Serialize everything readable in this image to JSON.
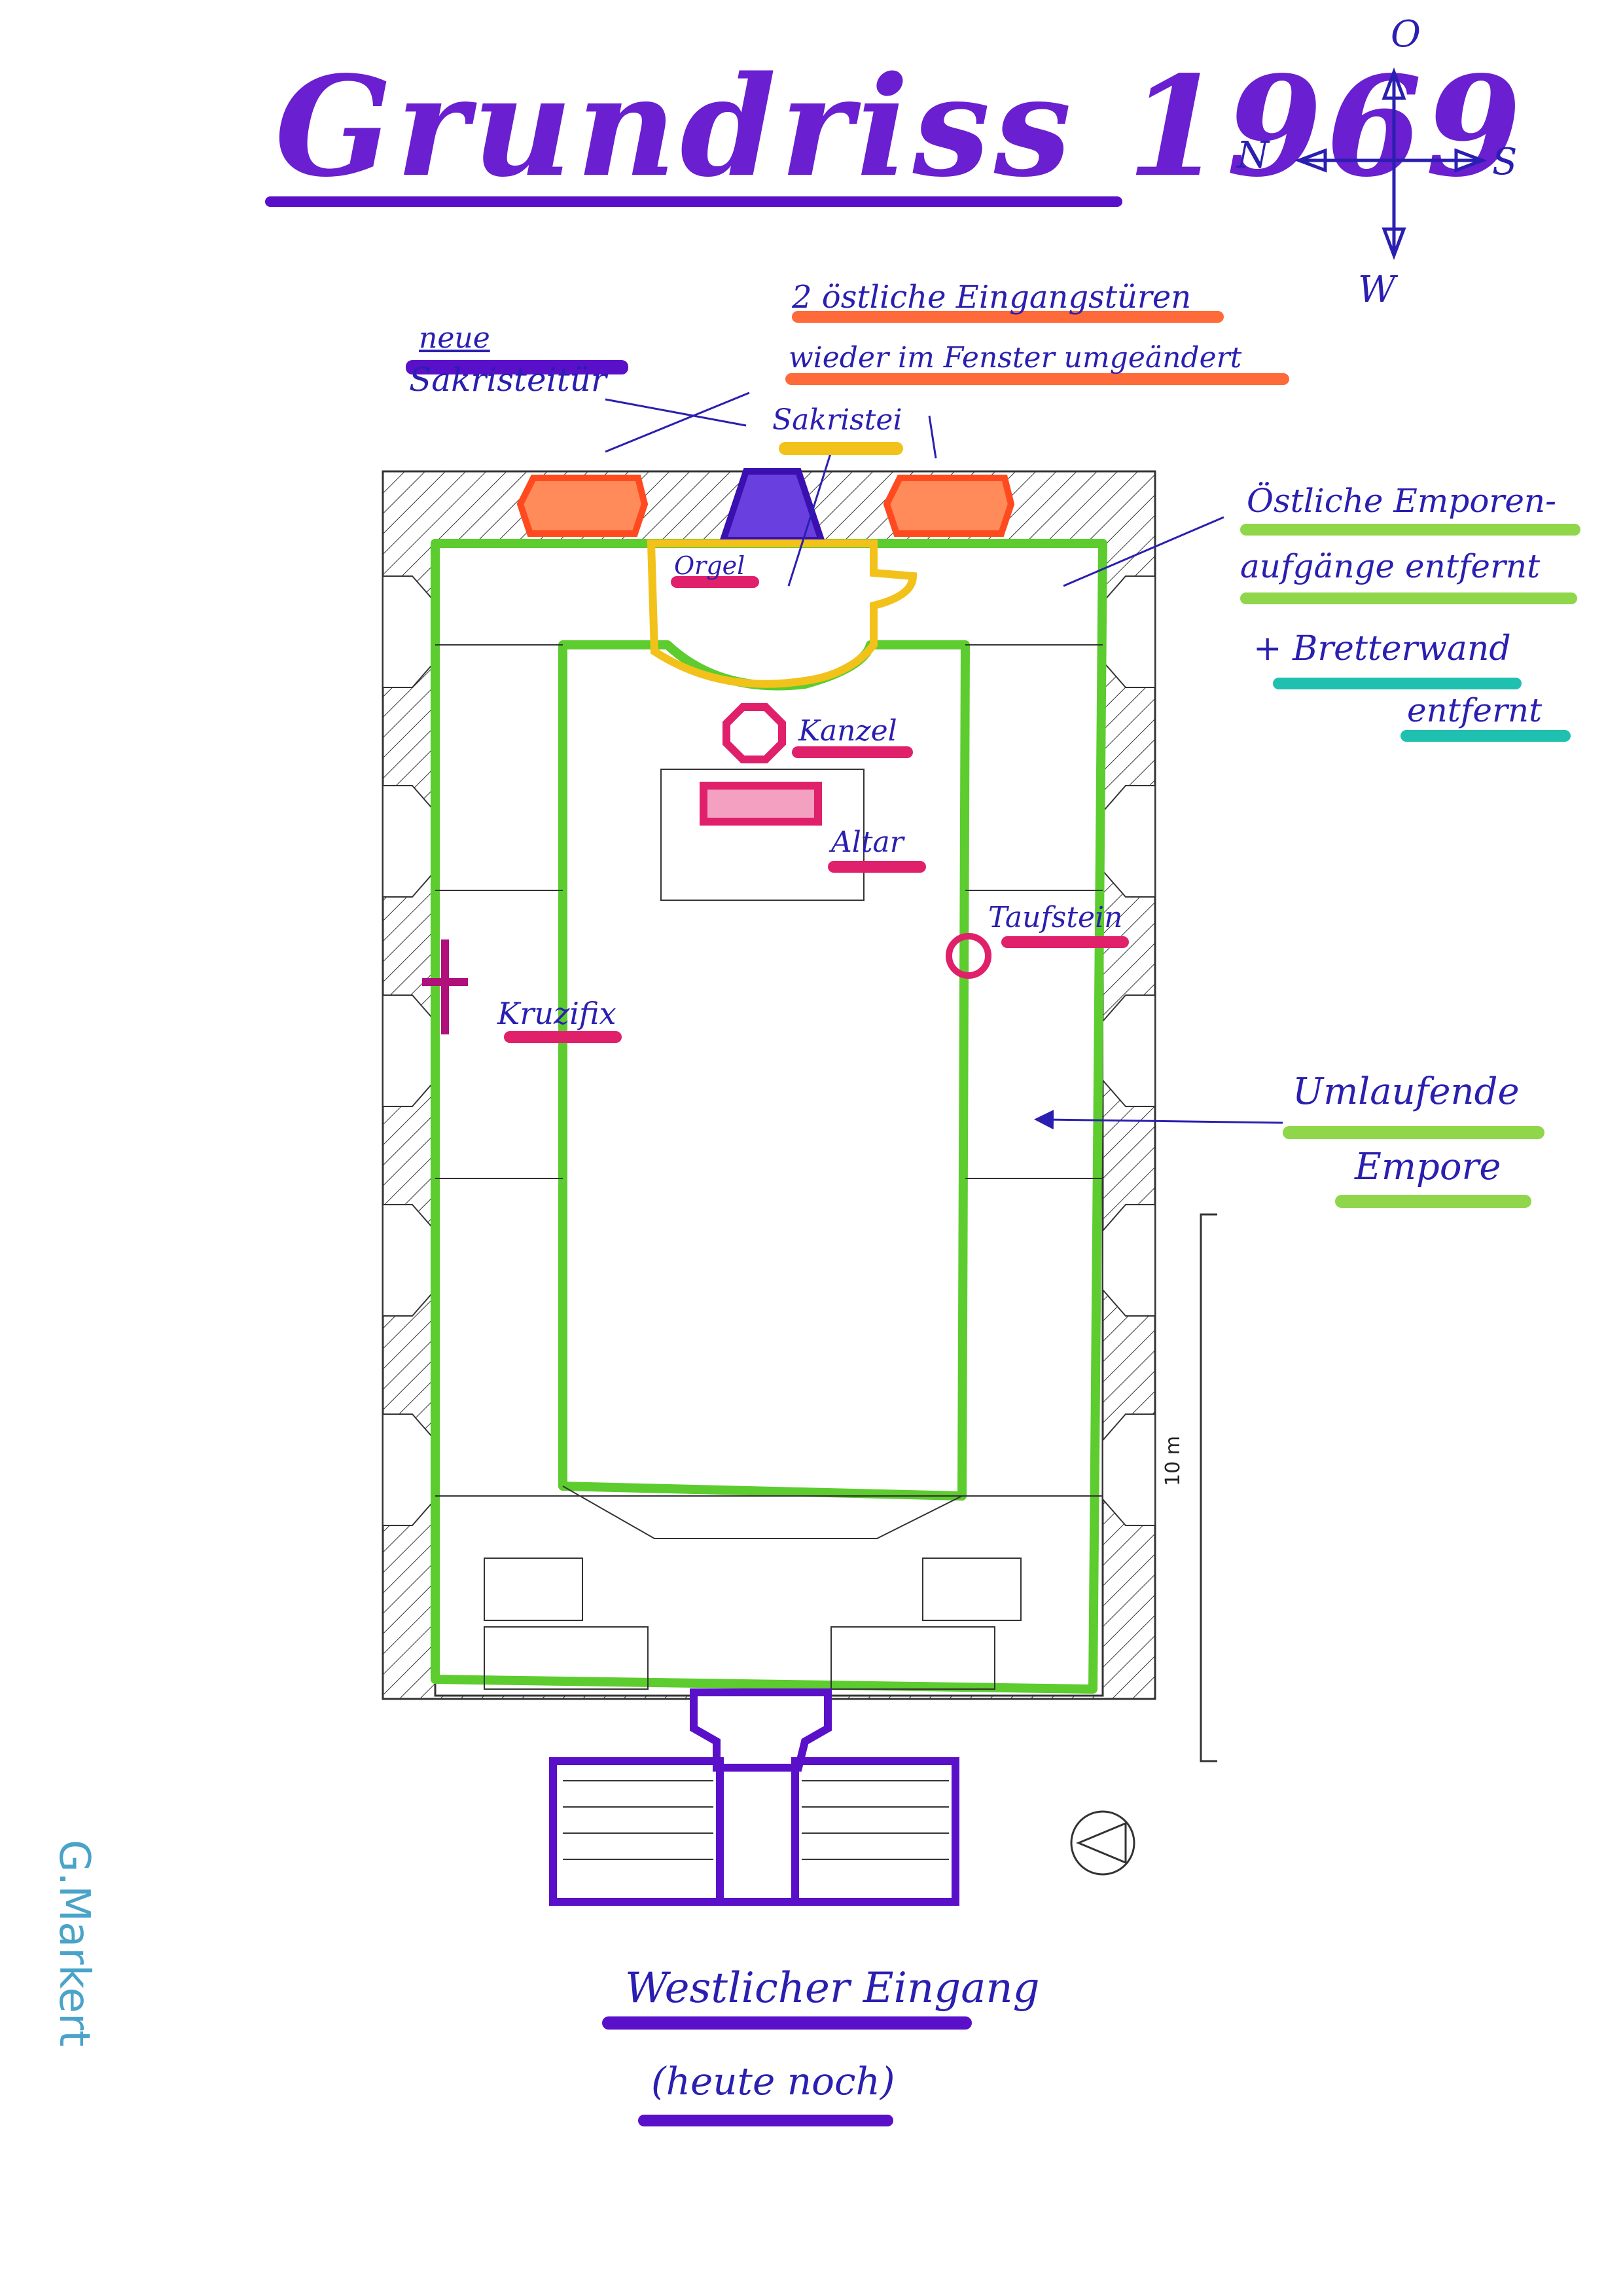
{
  "title": "Grundriss 1969",
  "compass": {
    "north": "N",
    "south": "S",
    "east": "O",
    "west": "W"
  },
  "labels": {
    "neue_sakristeitur_1": "neue",
    "neue_sakristeitur_2": "Sakristeitür",
    "east_doors_1": "2 östliche Eingangstüren",
    "east_doors_2": "wieder im Fenster umgeändert",
    "sakristei": "Sakristei",
    "orgel": "Orgel",
    "kanzel": "Kanzel",
    "altar": "Altar",
    "taufstein": "Taufstein",
    "kruzifix": "Kruzifix",
    "emporen_1": "Östliche Emporen-",
    "emporen_2": "aufgänge entfernt",
    "bretterwand_1": "+ Bretterwand",
    "bretterwand_2": "entfernt",
    "umlaufende_1": "Umlaufende",
    "umlaufende_2": "Empore",
    "westlicher_1": "Westlicher Eingang",
    "westlicher_2": "(heute noch)"
  },
  "scale_label": "10 m",
  "author": "G.Markert",
  "colors": {
    "title": "#6a1fd0",
    "ink": "#2a1fb0",
    "green": "#5ccc2e",
    "orange": "#ff6a3a",
    "yellow": "#f2c21a",
    "magenta": "#e0206a",
    "purple": "#5a10c8",
    "teal": "#20c0b0"
  }
}
